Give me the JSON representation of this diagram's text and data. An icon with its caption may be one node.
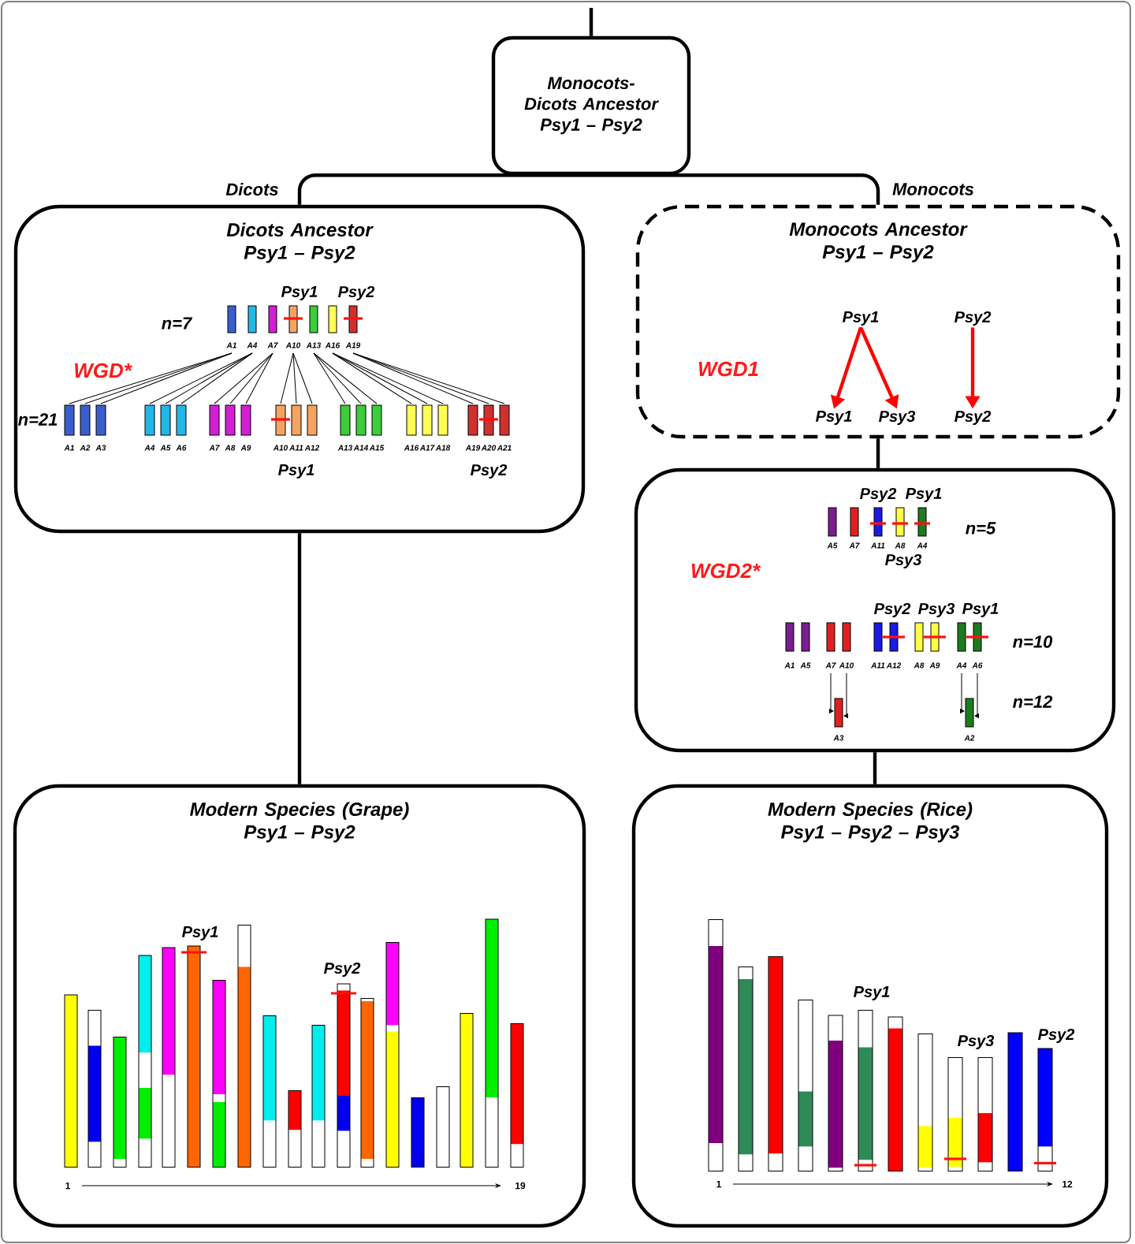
{
  "diagram": {
    "nodes": [
      {
        "text": [
          "Monocots-Dicots Ancestor",
          "Psy1 – Psy2"
        ]
      },
      {
        "text": [
          "Dicots Ancestor",
          "Psy1 – Psy2"
        ]
      },
      {
        "text": [
          "Monocots Ancestor",
          "Psy1 – Psy2"
        ]
      },
      {
        "text": [
          "Psy1"
        ],
        "in": 2
      },
      {
        "text": [
          "Psy2"
        ],
        "in": 2
      },
      {
        "text": [
          "Psy1"
        ],
        "in": 2
      },
      {
        "text": [
          "Psy3"
        ],
        "in": 2
      },
      {
        "text": [
          "Psy2"
        ],
        "in": 2
      },
      {
        "text": [],
        "shape": "box"
      },
      {
        "text": [
          "Modern Species (Grape)",
          "Psy1 – Psy2"
        ]
      },
      {
        "text": [
          "Modern Species (Rice)",
          "Psy1 – Psy2 – Psy3"
        ]
      }
    ],
    "edges": [
      {
        "from": null,
        "to": 0,
        "arrow": "none"
      },
      {
        "from": 0,
        "to": 1,
        "arrow": "none",
        "label": "Dicots"
      },
      {
        "from": 0,
        "to": 2,
        "arrow": "none",
        "label": "Monocots"
      },
      {
        "from": 1,
        "to": 9,
        "arrow": "none"
      },
      {
        "from": 2,
        "to": 8,
        "arrow": "none"
      },
      {
        "from": 8,
        "to": 10,
        "arrow": "none"
      },
      {
        "from": 3,
        "to": 5,
        "arrow": "to",
        "color": "#ff0000"
      },
      {
        "from": 3,
        "to": 6,
        "arrow": "to",
        "color": "#ff0000"
      },
      {
        "from": 4,
        "to": 7,
        "arrow": "to",
        "color": "#ff0000"
      }
    ],
    "labels": [
      "Psy1",
      "Psy2",
      "n=7",
      "A1",
      "A4",
      "A7",
      "A10",
      "A13",
      "A16",
      "A19",
      "WGD*",
      "n=21",
      "A1",
      "A2",
      "A3",
      "A4",
      "A5",
      "A6",
      "A7",
      "A8",
      "A9",
      "A10",
      "A11",
      "A12",
      "A13",
      "A14",
      "A15",
      "A16",
      "A17",
      "A18",
      "A19",
      "A20",
      "A21",
      "Psy1",
      "Psy2",
      "WGD1",
      "Psy2",
      "Psy1",
      "A5",
      "A7",
      "A11",
      "A8",
      "A4",
      "n=5",
      "Psy3",
      "WGD2*",
      "Psy2",
      "Psy3",
      "Psy1",
      "A1",
      "A5",
      "A7",
      "A10",
      "A11",
      "A12",
      "A8",
      "A9",
      "A4",
      "A6",
      "n=10",
      "n=12",
      "A3",
      "A2",
      "Psy1",
      "Psy2",
      "1",
      "19",
      "Psy1",
      "Psy3",
      "Psy2",
      "1",
      "12"
    ]
  }
}
